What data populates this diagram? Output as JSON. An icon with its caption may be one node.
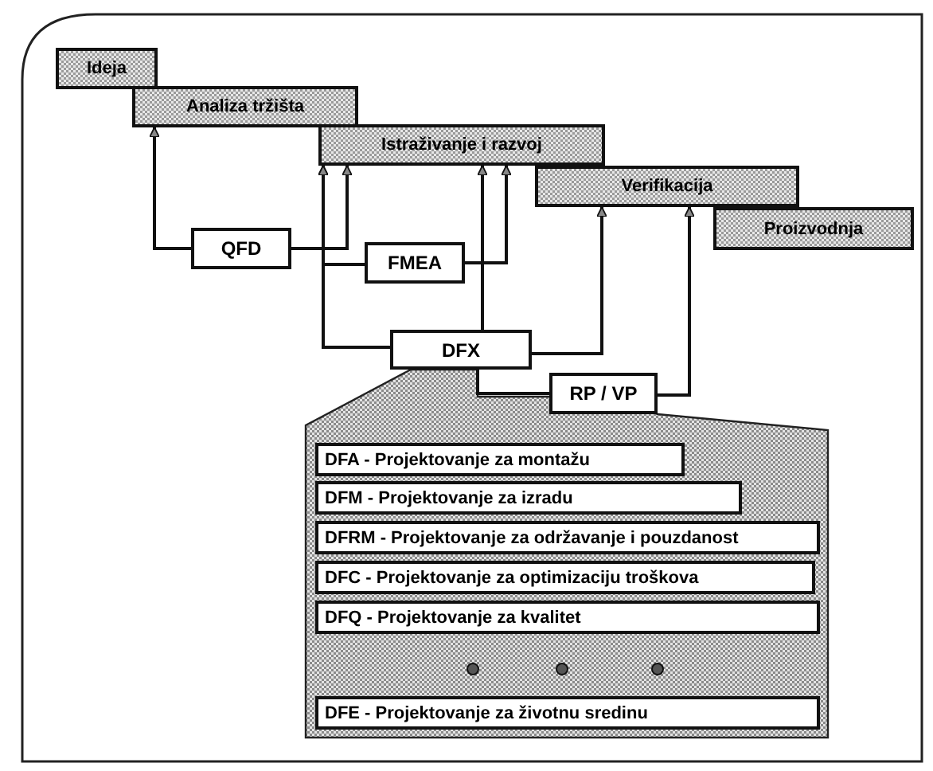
{
  "diagram": {
    "nodes": [
      {
        "text": [
          "Ideja"
        ]
      },
      {
        "text": [
          "Analiza tržišta"
        ]
      },
      {
        "text": [
          "Istraživanje i razvoj"
        ]
      },
      {
        "text": [
          "Verifikacija"
        ]
      },
      {
        "text": [
          "Proizvodnja"
        ]
      },
      {
        "text": [
          "QFD"
        ]
      },
      {
        "text": [
          "FMEA"
        ]
      },
      {
        "text": [
          "DFX"
        ]
      },
      {
        "text": [
          "RP / VP"
        ]
      },
      {
        "text": [],
        "shape": "box"
      },
      {
        "text": [
          "DFA - Projektovanje za montažu"
        ],
        "in": 9
      },
      {
        "text": [
          "DFM - Projektovanje za izradu"
        ],
        "in": 9
      },
      {
        "text": [
          "DFRM - Projektovanje za održavanje i pouzdanost"
        ],
        "in": 9
      },
      {
        "text": [
          "DFC - Projektovanje za optimizaciju troškova"
        ],
        "in": 9
      },
      {
        "text": [
          "DFQ - Projektovanje za kvalitet"
        ],
        "in": 9
      },
      {
        "text": [
          "DFE - Projektovanje za životnu sredinu"
        ],
        "in": 9
      }
    ],
    "edges": [
      {
        "from": 5,
        "to": 1,
        "arrow": "to"
      },
      {
        "from": 5,
        "to": 2,
        "arrow": "to"
      },
      {
        "from": 7,
        "to": 2,
        "arrow": "to"
      },
      {
        "from": 6,
        "to": 2,
        "arrow": "to"
      },
      {
        "from": 6,
        "to": 2,
        "arrow": "to"
      },
      {
        "from": 7,
        "to": 2,
        "arrow": "to"
      },
      {
        "from": 7,
        "to": 3,
        "arrow": "to"
      },
      {
        "from": 8,
        "to": 3,
        "arrow": "to"
      },
      {
        "from": 7,
        "to": 8,
        "arrow": "none"
      }
    ]
  }
}
